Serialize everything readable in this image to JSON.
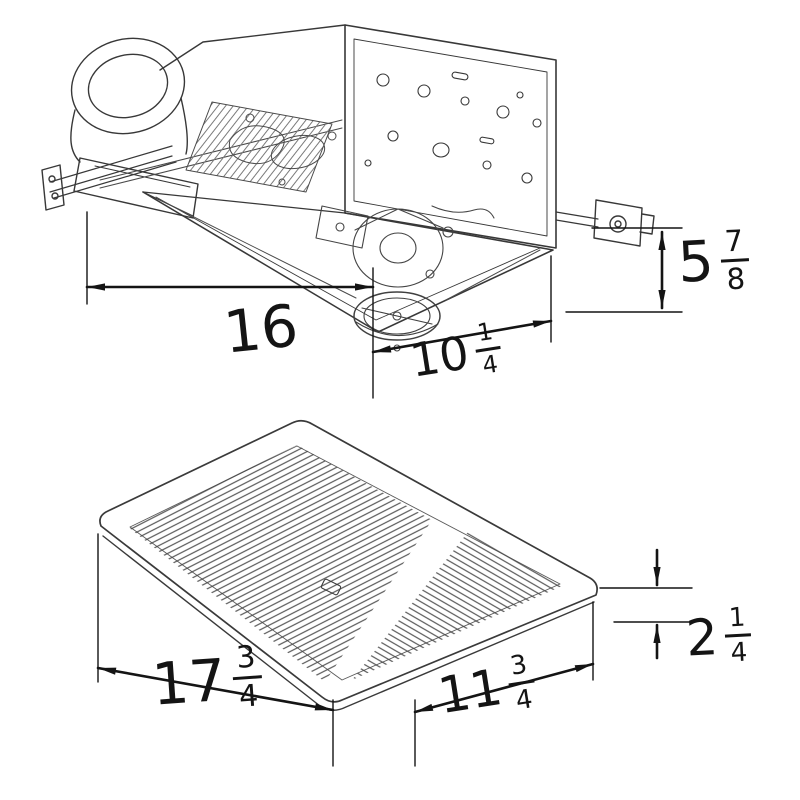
{
  "diagram": {
    "housing": {
      "length": {
        "value": "16"
      },
      "depth": {
        "whole": "10",
        "num": "1",
        "den": "4"
      },
      "height": {
        "whole": "5",
        "num": "7",
        "den": "8"
      }
    },
    "grille": {
      "length": {
        "whole": "17",
        "num": "3",
        "den": "4"
      },
      "depth": {
        "whole": "11",
        "num": "3",
        "den": "4"
      },
      "height": {
        "whole": "2",
        "num": "1",
        "den": "4"
      }
    }
  }
}
